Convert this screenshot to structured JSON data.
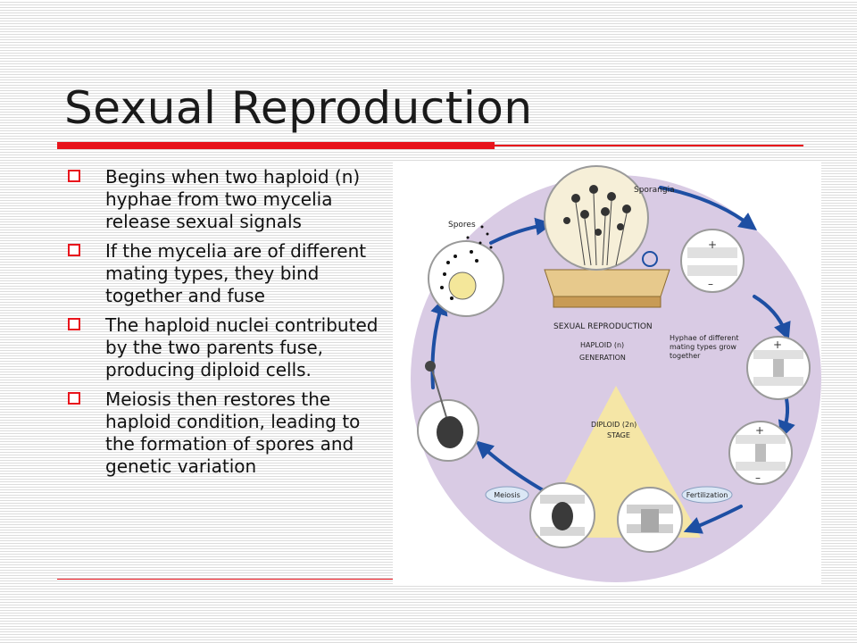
{
  "slide": {
    "title": "Sexual Reproduction",
    "accent_color": "#e8141c",
    "bullets": [
      "Begins when two haploid (n) hyphae from two mycelia release sexual signals",
      "If the mycelia are of different mating types, they bind together and fuse",
      "The haploid nuclei contributed by the two parents fuse, producing diploid cells.",
      "Meiosis then restores the haploid condition, leading to the formation of spores and genetic variation"
    ]
  },
  "figure": {
    "labels": {
      "sporangia": "Sporangia",
      "spores": "Spores",
      "sexual_reproduction": "SEXUAL REPRODUCTION",
      "haploid_line1": "HAPLOID (n)",
      "haploid_line2": "GENERATION",
      "hyphae_line1": "Hyphae of different",
      "hyphae_line2": "mating types grow",
      "hyphae_line3": "together",
      "diploid_line1": "DIPLOID (2n)",
      "diploid_line2": "STAGE",
      "meiosis": "Meiosis",
      "fertilization": "Fertilization",
      "plus_sign": "+",
      "minus_sign": "–"
    }
  }
}
